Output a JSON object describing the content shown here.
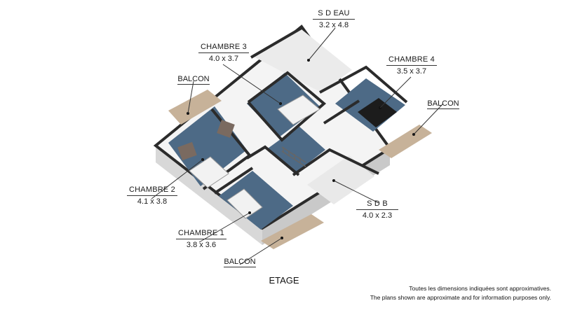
{
  "floor_title": "ETAGE",
  "rooms": [
    {
      "name": "S D EAU",
      "dims": "3.2 x 4.8"
    },
    {
      "name": "CHAMBRE 3",
      "dims": "4.0 x 3.7"
    },
    {
      "name": "CHAMBRE 4",
      "dims": "3.5 x 3.7"
    },
    {
      "name": "CHAMBRE 2",
      "dims": "4.1 x 3.8"
    },
    {
      "name": "CHAMBRE 1",
      "dims": "3.8 x 3.6"
    },
    {
      "name": "S D B",
      "dims": "4.0 x 2.3"
    }
  ],
  "balconies": [
    "BALCON",
    "BALCON",
    "BALCON"
  ],
  "disclaimer": {
    "fr": "Toutes les dimensions indiquées sont approximatives.",
    "en": "The plans shown are approximate and for information purposes only."
  },
  "colors": {
    "bedroom_floor": "#4d6a86",
    "tile_floor": "#ececec",
    "balcony_deck": "#c7b299",
    "wall_top": "#2b2b2b",
    "wall_side": "#e3e3e3"
  }
}
